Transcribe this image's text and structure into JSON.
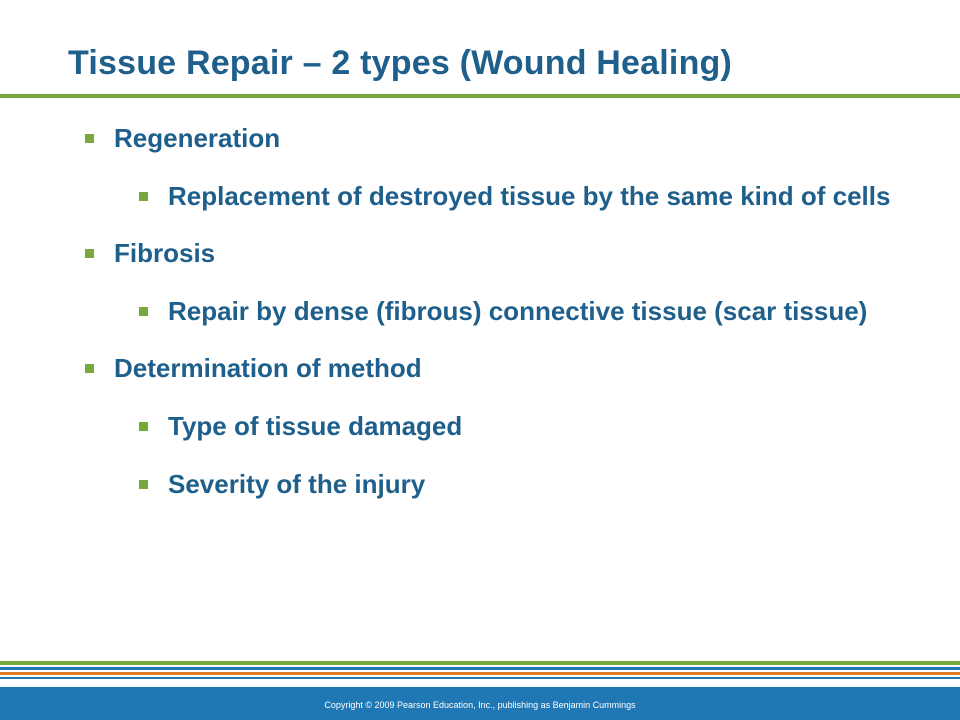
{
  "slide": {
    "title": "Tissue Repair – 2 types (Wound Healing)",
    "bullets": [
      {
        "text": "Regeneration"
      },
      {
        "text": "Replacement of destroyed tissue by the same kind of cells"
      },
      {
        "text": "Fibrosis"
      },
      {
        "text": "Repair by dense (fibrous) connective tissue (scar tissue)"
      },
      {
        "text": "Determination of method"
      },
      {
        "text": "Type of tissue damaged"
      },
      {
        "text": "Severity of the injury"
      }
    ],
    "footer": {
      "copyright": "Copyright © 2009 Pearson Education, Inc., publishing as Benjamin Cummings"
    }
  },
  "colors": {
    "title": "#1f5f8b",
    "text": "#1f5f8b",
    "bullet": "#77a83a",
    "rule": "#77a83a",
    "stripe_green": "#77a83a",
    "stripe_blue": "#1f78b4",
    "stripe_orange": "#e07b23",
    "footer_bar": "#1f78b4"
  }
}
